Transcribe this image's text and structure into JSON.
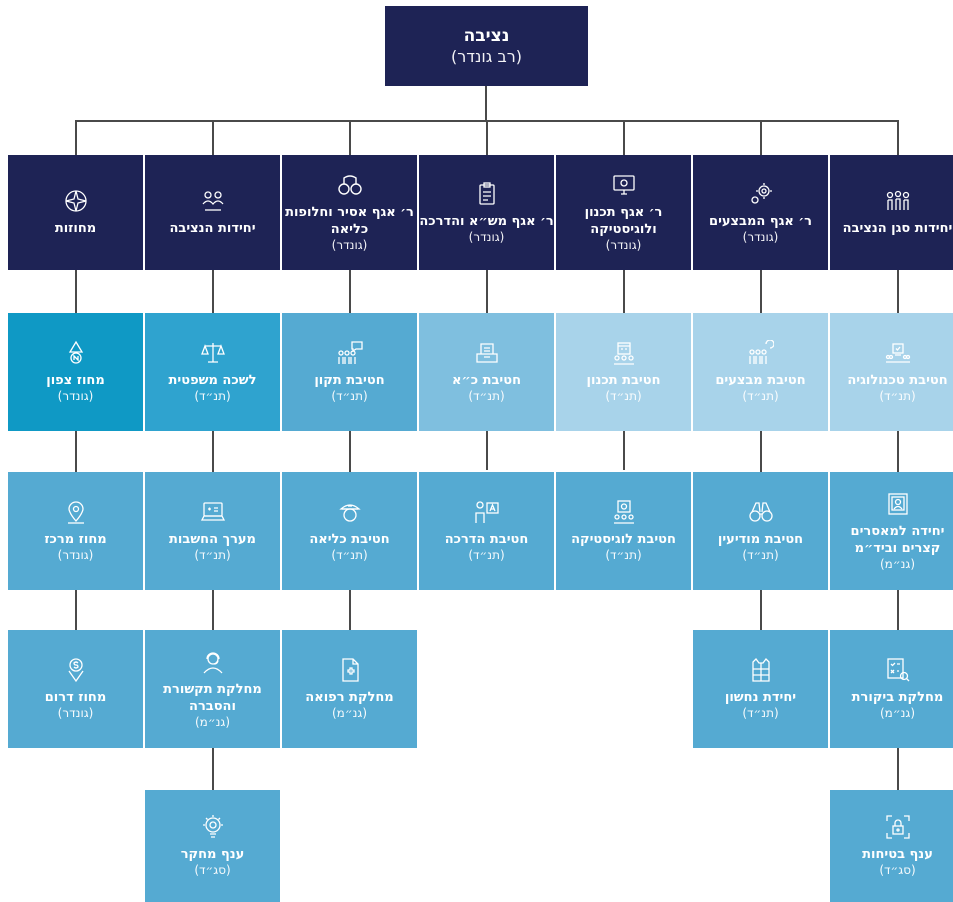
{
  "colors": {
    "navy": "#1e2355",
    "blue_dark": "#0f99c5",
    "blue_mid": "#2fa3cf",
    "blue": "#55aad2",
    "blue_light": "#7fbfdf",
    "blue_pale": "#a8d3ea",
    "connector": "#4a4a4a"
  },
  "top": {
    "title": "נציבה",
    "sub": "(רב גונדר)"
  },
  "branches": [
    {
      "title": "מחוזות",
      "sub": "",
      "icon": "compass-icon"
    },
    {
      "title": "יחידות הנציבה",
      "sub": "",
      "icon": "people-group-icon"
    },
    {
      "title": "ר׳ אגף אסיר וחלופות כליאה",
      "sub": "(גונדר)",
      "icon": "handcuffs-icon"
    },
    {
      "title": "ר׳ אגף מש״א והדרכה",
      "sub": "(גונדר)",
      "icon": "clipboard-icon"
    },
    {
      "title": "ר׳ אגף תכנון ולוגיסטיקה",
      "sub": "(גונדר)",
      "icon": "monitor-gear-icon"
    },
    {
      "title": "ר׳ אגף המבצעים",
      "sub": "(גונדר)",
      "icon": "gears-icon"
    },
    {
      "title": "יחידות סגן הנציבה",
      "sub": "",
      "icon": "three-people-icon"
    }
  ],
  "units": {
    "col0": [
      {
        "title": "מחוז צפון",
        "sub": "(גונדר)",
        "icon": "north-arrow-icon"
      },
      {
        "title": "מחוז מרכז",
        "sub": "(גונדר)",
        "icon": "location-pin-icon"
      },
      {
        "title": "מחוז דרום",
        "sub": "(גונדר)",
        "icon": "south-marker-icon"
      }
    ],
    "col1": [
      {
        "title": "לשכה משפטית",
        "sub": "(תנ״ד)",
        "icon": "scales-icon"
      },
      {
        "title": "מערך החשבות",
        "sub": "(תנ״ד)",
        "icon": "laptop-calc-icon"
      },
      {
        "title": "מחלקת תקשורת והסברה",
        "sub": "(גנ״מ)",
        "icon": "headset-person-icon"
      },
      {
        "title": "ענף מחקר",
        "sub": "(סג״ד)",
        "icon": "lightbulb-gear-icon"
      }
    ],
    "col2": [
      {
        "title": "חטיבת תקון",
        "sub": "(תנ״ד)",
        "icon": "people-chat-icon"
      },
      {
        "title": "חטיבת כליאה",
        "sub": "(תנ״ד)",
        "icon": "officer-cap-icon"
      },
      {
        "title": "מחלקת רפואה",
        "sub": "(גנ״מ)",
        "icon": "medical-doc-icon"
      }
    ],
    "col3": [
      {
        "title": "חטיבת כ״א",
        "sub": "(תנ״ד)",
        "icon": "card-box-icon"
      },
      {
        "title": "חטיבת הדרכה",
        "sub": "(תנ״ד)",
        "icon": "teacher-board-icon"
      }
    ],
    "col4": [
      {
        "title": "חטיבת תכנון",
        "sub": "(תנ״ד)",
        "icon": "calendar-team-icon"
      },
      {
        "title": "חטיבת לוגיסטיקה",
        "sub": "(תנ״ד)",
        "icon": "monitor-team-icon"
      }
    ],
    "col5": [
      {
        "title": "חטיבת מבצעים",
        "sub": "(תנ״ד)",
        "icon": "team-cycle-icon"
      },
      {
        "title": "חטיבת מודיעין",
        "sub": "(תנ״ד)",
        "icon": "binoculars-icon"
      },
      {
        "title": "יחידת נחשון",
        "sub": "(תנ״ד)",
        "icon": "vest-icon"
      }
    ],
    "col6": [
      {
        "title": "חטיבת טכנולוגיה",
        "sub": "(תנ״ד)",
        "icon": "tech-team-icon"
      },
      {
        "title": "יחידה למאסרים קצרים וביד״מ",
        "sub": "(גנ״מ)",
        "icon": "id-frame-icon"
      },
      {
        "title": "מחלקת ביקורת",
        "sub": "(גנ״מ)",
        "icon": "checklist-search-icon"
      },
      {
        "title": "ענף בטיחות",
        "sub": "(סג״ד)",
        "icon": "lock-frame-icon"
      }
    ]
  }
}
